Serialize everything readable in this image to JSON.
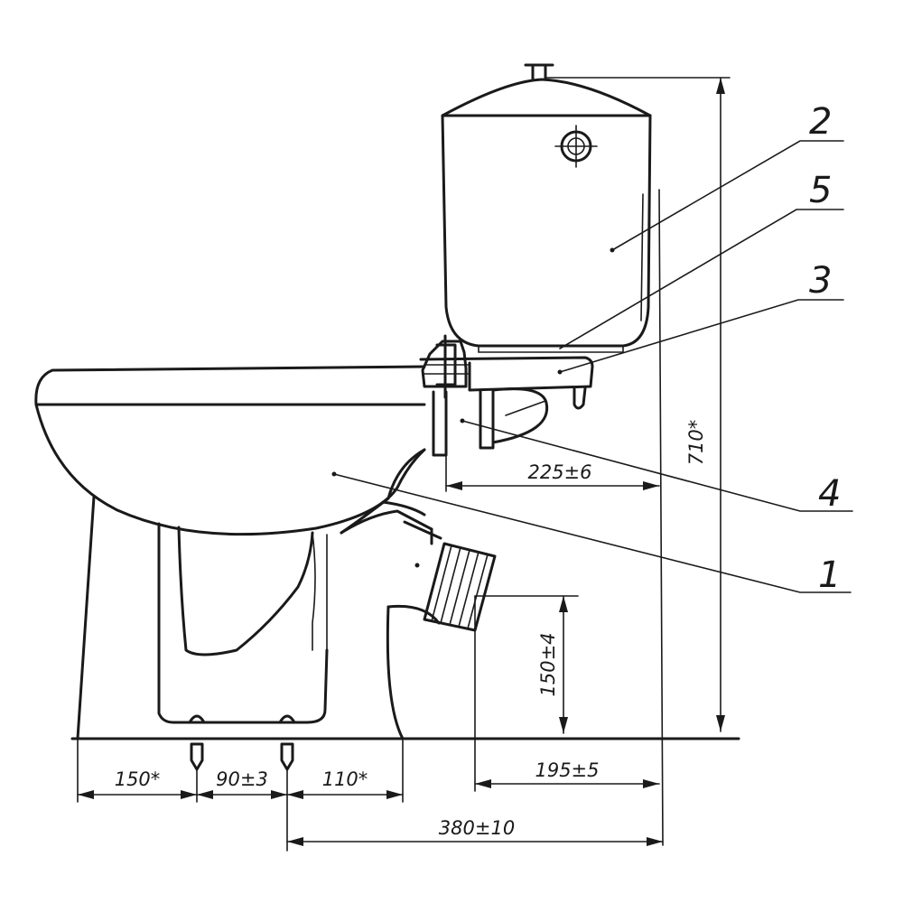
{
  "dimensions": {
    "d_710": "710*",
    "d_225": "225±6",
    "d_150v": "150±4",
    "d_150": "150*",
    "d_90": "90±3",
    "d_110": "110*",
    "d_195": "195±5",
    "d_380": "380±10"
  },
  "callouts": {
    "c1": "1",
    "c2": "2",
    "c3": "3",
    "c4": "4",
    "c5": "5"
  }
}
